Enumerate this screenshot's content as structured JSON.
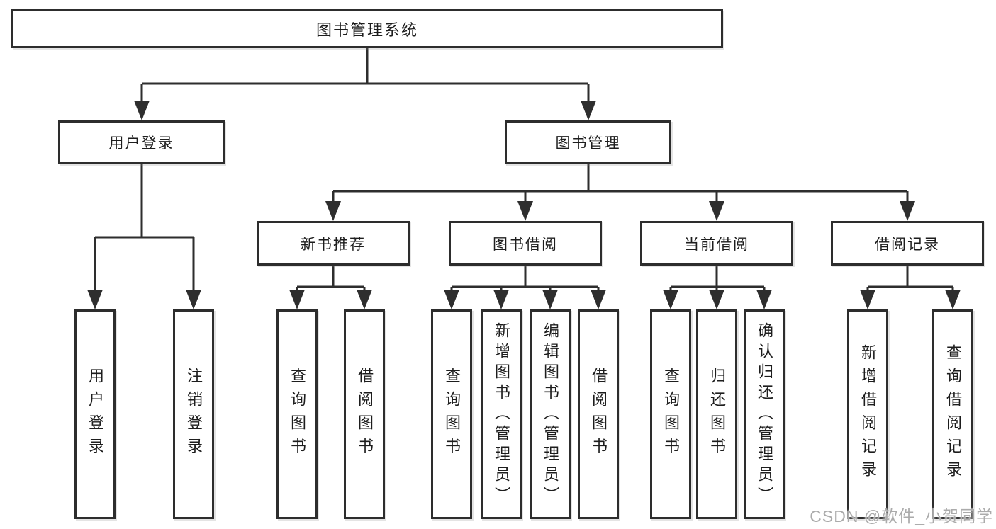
{
  "colors": {
    "line": "#2e2e2e",
    "text": "#1d1d1d",
    "background": "#ffffff",
    "watermark_text": "#ababab"
  },
  "watermark": {
    "text": "CSDN @软件_小贺同学"
  },
  "tree": {
    "label": "图书管理系统",
    "children": [
      {
        "label": "用户登录",
        "children": [
          {
            "label": "用户登录"
          },
          {
            "label": "注销登录"
          }
        ]
      },
      {
        "label": "图书管理",
        "children": [
          {
            "label": "新书推荐",
            "children": [
              {
                "label": "查询图书"
              },
              {
                "label": "借阅图书"
              }
            ]
          },
          {
            "label": "图书借阅",
            "children": [
              {
                "label": "查询图书"
              },
              {
                "label": "新增图书（管理员）"
              },
              {
                "label": "编辑图书（管理员）"
              },
              {
                "label": "借阅图书"
              }
            ]
          },
          {
            "label": "当前借阅",
            "children": [
              {
                "label": "查询图书"
              },
              {
                "label": "归还图书"
              },
              {
                "label": "确认归还（管理员）"
              }
            ]
          },
          {
            "label": "借阅记录",
            "children": [
              {
                "label": "新增借阅记录"
              },
              {
                "label": "查询借阅记录"
              }
            ]
          }
        ]
      }
    ]
  }
}
